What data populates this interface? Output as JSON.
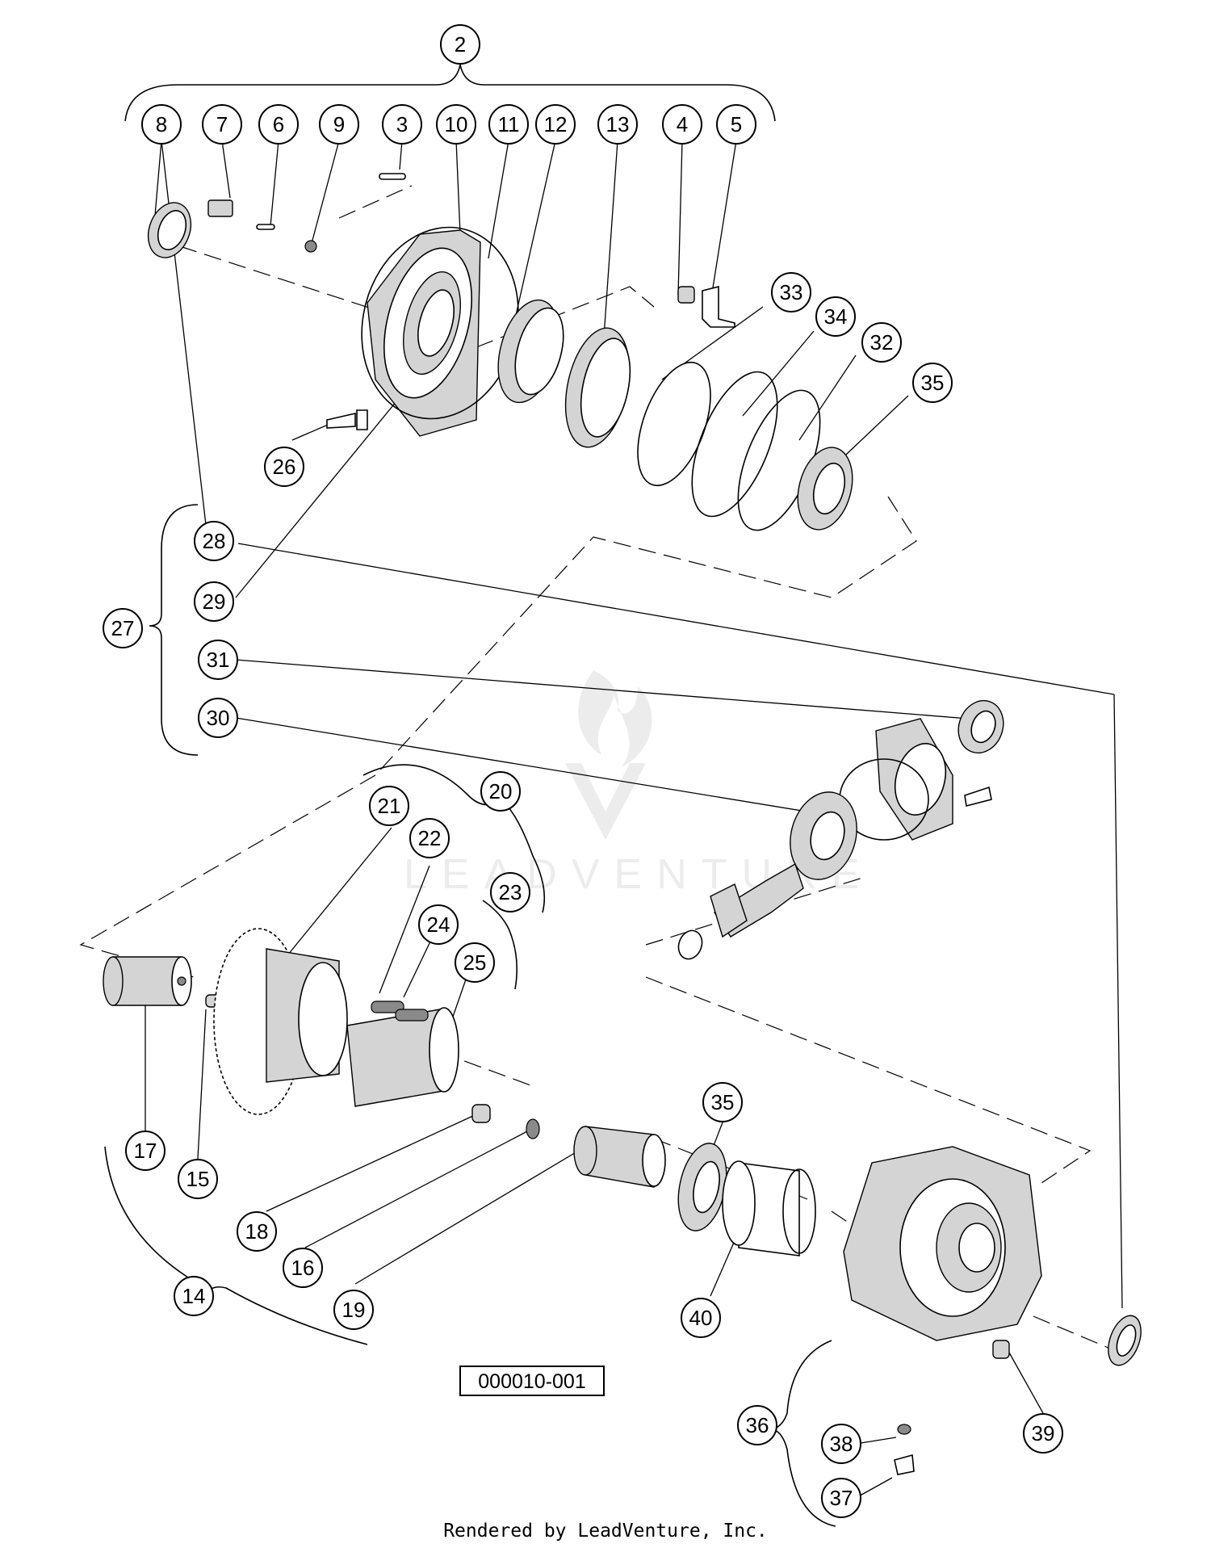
{
  "callouts": [
    {
      "label": "2"
    },
    {
      "label": "8"
    },
    {
      "label": "7"
    },
    {
      "label": "6"
    },
    {
      "label": "9"
    },
    {
      "label": "3"
    },
    {
      "label": "10"
    },
    {
      "label": "11"
    },
    {
      "label": "12"
    },
    {
      "label": "13"
    },
    {
      "label": "4"
    },
    {
      "label": "5"
    },
    {
      "label": "33"
    },
    {
      "label": "34"
    },
    {
      "label": "32"
    },
    {
      "label": "35"
    },
    {
      "label": "26"
    },
    {
      "label": "28"
    },
    {
      "label": "29"
    },
    {
      "label": "27"
    },
    {
      "label": "31"
    },
    {
      "label": "30"
    },
    {
      "label": "20"
    },
    {
      "label": "21"
    },
    {
      "label": "22"
    },
    {
      "label": "23"
    },
    {
      "label": "24"
    },
    {
      "label": "25"
    },
    {
      "label": "17"
    },
    {
      "label": "15"
    },
    {
      "label": "18"
    },
    {
      "label": "16"
    },
    {
      "label": "19"
    },
    {
      "label": "35"
    },
    {
      "label": "40"
    },
    {
      "label": "14"
    },
    {
      "label": "38"
    },
    {
      "label": "39"
    },
    {
      "label": "36"
    },
    {
      "label": "37"
    }
  ],
  "reference_number": "000010-001",
  "footer": "Rendered by LeadVenture, Inc.",
  "watermark": "LEADVENTURE",
  "colors": {
    "line": "#000000",
    "background": "#ffffff",
    "watermark": "#ececec"
  }
}
